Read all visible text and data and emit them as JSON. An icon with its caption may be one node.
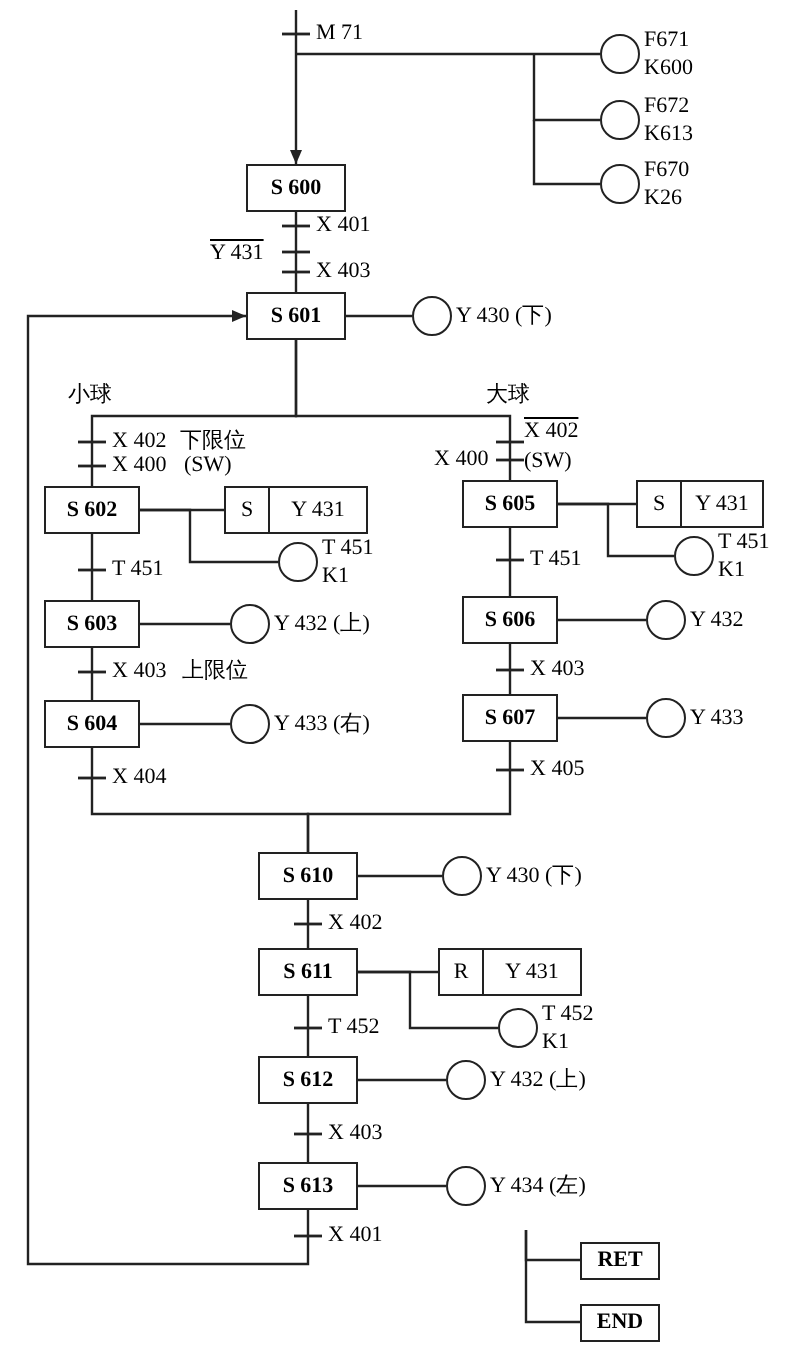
{
  "diagram": {
    "nodes": [
      {
        "text": [
          "S 600"
        ]
      },
      {
        "text": [
          "S 601"
        ]
      },
      {
        "text": [
          "S 602"
        ]
      },
      {
        "text": [
          "S 603"
        ]
      },
      {
        "text": [
          "S 604"
        ]
      },
      {
        "text": [
          "S 605"
        ]
      },
      {
        "text": [
          "S 606"
        ]
      },
      {
        "text": [
          "S 607"
        ]
      },
      {
        "text": [
          "S 610"
        ]
      },
      {
        "text": [
          "S 611"
        ]
      },
      {
        "text": [
          "S 612"
        ]
      },
      {
        "text": [
          "S 613"
        ]
      },
      {
        "text": [
          "RET"
        ]
      },
      {
        "text": [
          "END"
        ]
      },
      {
        "text": [],
        "shape": "circle",
        "beside": [
          "F671",
          "K600"
        ]
      },
      {
        "text": [],
        "shape": "circle",
        "beside": [
          "F672",
          "K613"
        ]
      },
      {
        "text": [],
        "shape": "circle",
        "beside": [
          "F670",
          "K26"
        ]
      },
      {
        "text": [],
        "shape": "circle",
        "beside": [
          "Y 430 (下)"
        ]
      },
      {
        "text": [
          "S",
          "Y 431"
        ]
      },
      {
        "text": [],
        "shape": "circle",
        "beside": [
          "T 451",
          "K1"
        ]
      },
      {
        "text": [],
        "shape": "circle",
        "beside": [
          "Y 432 (上)"
        ]
      },
      {
        "text": [],
        "shape": "circle",
        "beside": [
          "Y 433 (右)"
        ]
      },
      {
        "text": [
          "S",
          "Y 431"
        ]
      },
      {
        "text": [],
        "shape": "circle",
        "beside": [
          "T 451",
          "K1"
        ]
      },
      {
        "text": [],
        "shape": "circle",
        "beside": [
          "Y 432"
        ]
      },
      {
        "text": [],
        "shape": "circle",
        "beside": [
          "Y 433"
        ]
      },
      {
        "text": [],
        "shape": "circle",
        "beside": [
          "Y 430 (下)"
        ]
      },
      {
        "text": [
          "R",
          "Y 431"
        ]
      },
      {
        "text": [],
        "shape": "circle",
        "beside": [
          "T 452",
          "K1"
        ]
      },
      {
        "text": [],
        "shape": "circle",
        "beside": [
          "Y 432 (上)"
        ]
      },
      {
        "text": [],
        "shape": "circle",
        "beside": [
          "Y 434 (左)"
        ]
      }
    ],
    "edges": [
      {
        "from": null,
        "to": 0,
        "arrow": "to"
      },
      {
        "from": null,
        "to": 14,
        "arrow": "none"
      },
      {
        "from": null,
        "to": 15,
        "arrow": "none"
      },
      {
        "from": null,
        "to": 16,
        "arrow": "none"
      },
      {
        "from": 0,
        "to": 1,
        "arrow": "none"
      },
      {
        "from": 1,
        "to": 17,
        "arrow": "none"
      },
      {
        "from": 1,
        "to": 2,
        "arrow": "none"
      },
      {
        "from": 1,
        "to": 5,
        "arrow": "none"
      },
      {
        "from": 2,
        "to": 18,
        "arrow": "none"
      },
      {
        "from": 2,
        "to": 19,
        "arrow": "none"
      },
      {
        "from": 2,
        "to": 3,
        "arrow": "none"
      },
      {
        "from": 3,
        "to": 20,
        "arrow": "none"
      },
      {
        "from": 3,
        "to": 4,
        "arrow": "none"
      },
      {
        "from": 4,
        "to": 21,
        "arrow": "none"
      },
      {
        "from": 5,
        "to": 22,
        "arrow": "none"
      },
      {
        "from": 5,
        "to": 23,
        "arrow": "none"
      },
      {
        "from": 5,
        "to": 6,
        "arrow": "none"
      },
      {
        "from": 6,
        "to": 24,
        "arrow": "none"
      },
      {
        "from": 6,
        "to": 7,
        "arrow": "none"
      },
      {
        "from": 7,
        "to": 25,
        "arrow": "none"
      },
      {
        "from": 4,
        "to": 8,
        "arrow": "none"
      },
      {
        "from": 7,
        "to": 8,
        "arrow": "none"
      },
      {
        "from": 8,
        "to": 26,
        "arrow": "none"
      },
      {
        "from": 8,
        "to": 9,
        "arrow": "none"
      },
      {
        "from": 9,
        "to": 27,
        "arrow": "none"
      },
      {
        "from": 9,
        "to": 28,
        "arrow": "none"
      },
      {
        "from": 9,
        "to": 10,
        "arrow": "none"
      },
      {
        "from": 10,
        "to": 29,
        "arrow": "none"
      },
      {
        "from": 10,
        "to": 11,
        "arrow": "none"
      },
      {
        "from": 11,
        "to": 30,
        "arrow": "none"
      },
      {
        "from": 11,
        "to": 1,
        "arrow": "to"
      },
      {
        "from": null,
        "to": 12,
        "arrow": "none"
      },
      {
        "from": null,
        "to": 13,
        "arrow": "none"
      }
    ],
    "labels": [
      "M 71",
      "X 401",
      "Y 431",
      "X 403",
      "小球",
      "大球",
      "X 402",
      "下限位",
      "X 400",
      "(SW)",
      "X 402",
      "X 400",
      "(SW)",
      "T 451",
      "T 451",
      "X 403",
      "上限位",
      "X 403",
      "X 404",
      "X 405",
      "X 402",
      "T 452",
      "X 403",
      "X 401"
    ]
  }
}
